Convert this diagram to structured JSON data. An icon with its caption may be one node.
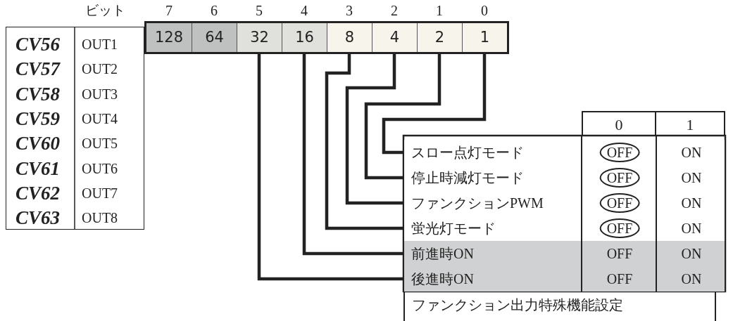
{
  "diagram": {
    "nodes": [
      {
        "text": [
          "128"
        ],
        "beside": [
          "7"
        ]
      },
      {
        "text": [
          "64"
        ],
        "beside": [
          "6"
        ]
      },
      {
        "text": [
          "32"
        ],
        "beside": [
          "5"
        ]
      },
      {
        "text": [
          "16"
        ],
        "beside": [
          "4"
        ]
      },
      {
        "text": [
          "8"
        ],
        "beside": [
          "3"
        ]
      },
      {
        "text": [
          "4"
        ],
        "beside": [
          "2"
        ]
      },
      {
        "text": [
          "2"
        ],
        "beside": [
          "1"
        ]
      },
      {
        "text": [
          "1"
        ],
        "beside": [
          "0"
        ]
      },
      {
        "text": [
          "スロー点灯モード",
          "OFF",
          "ON"
        ]
      },
      {
        "text": [
          "停止時減灯モード",
          "OFF",
          "ON"
        ]
      },
      {
        "text": [
          "ファンクションPWM",
          "OFF",
          "ON"
        ]
      },
      {
        "text": [
          "蛍光灯モード",
          "OFF",
          "ON"
        ]
      },
      {
        "text": [
          "前進時ON",
          "OFF",
          "ON"
        ]
      },
      {
        "text": [
          "後進時ON",
          "OFF",
          "ON"
        ]
      }
    ],
    "edges": [
      {
        "from": 7,
        "to": 8,
        "arrow": "none"
      },
      {
        "from": 6,
        "to": 9,
        "arrow": "none"
      },
      {
        "from": 5,
        "to": 10,
        "arrow": "none"
      },
      {
        "from": 4,
        "to": 11,
        "arrow": "none"
      },
      {
        "from": 3,
        "to": 12,
        "arrow": "none"
      },
      {
        "from": 2,
        "to": 13,
        "arrow": "none"
      }
    ],
    "labels": [
      "ビット",
      "CV56",
      "OUT1",
      "CV57",
      "OUT2",
      "CV58",
      "OUT3",
      "CV59",
      "OUT4",
      "CV60",
      "OUT5",
      "CV61",
      "OUT6",
      "CV62",
      "OUT7",
      "CV63",
      "OUT8",
      "0",
      "1",
      "ファンクション出力特殊機能設定"
    ]
  }
}
